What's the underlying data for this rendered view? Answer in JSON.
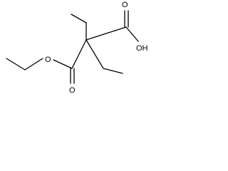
{
  "molecule": {
    "atom_labels": {
      "top_carbonyl_oxygen": "O",
      "hydroxyl": "OH",
      "ester_oxygen": "O",
      "bottom_carbonyl_oxygen": "O"
    }
  }
}
